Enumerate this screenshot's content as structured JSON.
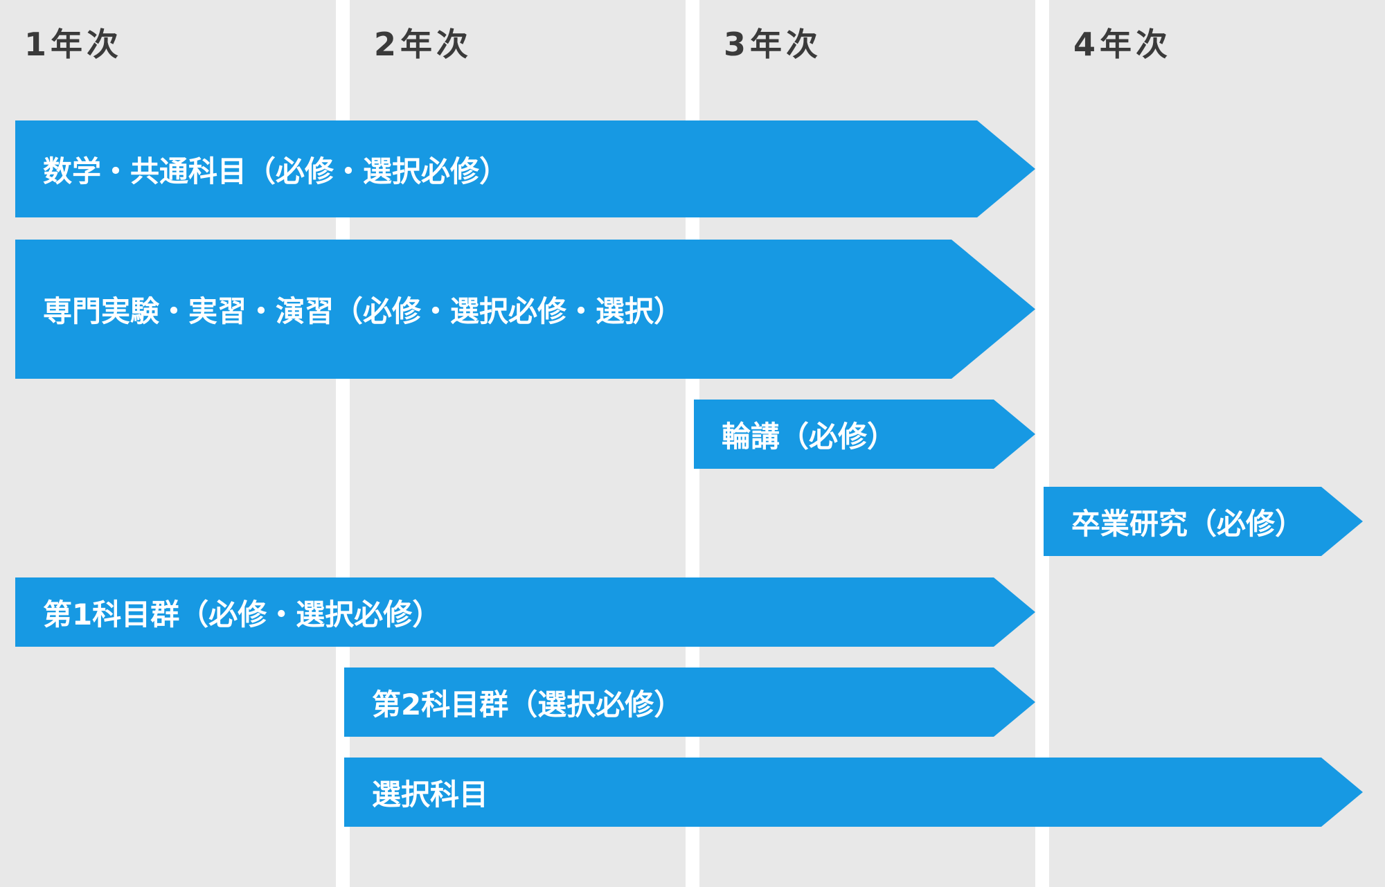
{
  "colors": {
    "background": "#ffffff",
    "column_fill": "#e8e8e8",
    "bar_fill": "#1799e3",
    "header_text": "#3a3a3a",
    "bar_text": "#ffffff"
  },
  "years": [
    {
      "label": "1年次"
    },
    {
      "label": "2年次"
    },
    {
      "label": "3年次"
    },
    {
      "label": "4年次"
    }
  ],
  "bars": [
    {
      "label": "数学・共通科目（必修・選択必修）",
      "start_year": 1,
      "end_year": 3
    },
    {
      "label": "専門実験・実習・演習（必修・選択必修・選択）",
      "start_year": 1,
      "end_year": 3
    },
    {
      "label": "輪講（必修）",
      "start_year": 3,
      "end_year": 3
    },
    {
      "label": "卒業研究（必修）",
      "start_year": 4,
      "end_year": 4
    },
    {
      "label": "第1科目群（必修・選択必修）",
      "start_year": 1,
      "end_year": 3
    },
    {
      "label": "第2科目群（選択必修）",
      "start_year": 2,
      "end_year": 3
    },
    {
      "label": "選択科目",
      "start_year": 2,
      "end_year": 4
    }
  ]
}
